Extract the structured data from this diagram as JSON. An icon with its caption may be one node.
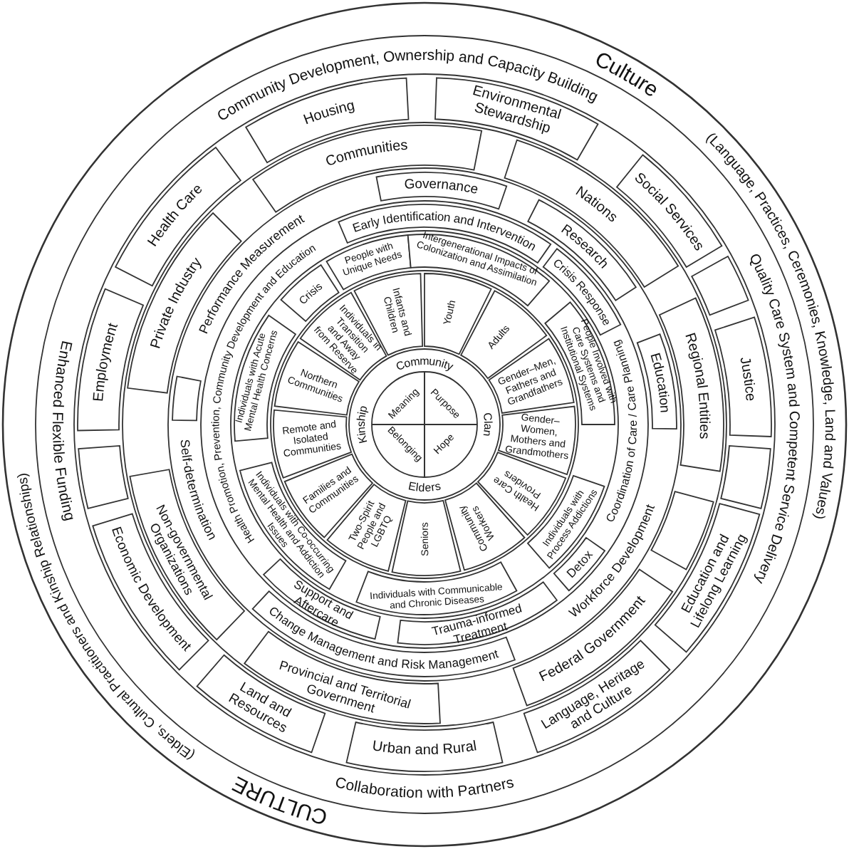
{
  "diagram": {
    "nodes": [
      {
        "text": [
          "Housing"
        ]
      },
      {
        "text": [
          "Environmental Stewardship"
        ]
      },
      {
        "text": [
          "Social Services"
        ]
      },
      {
        "text": [],
        "shape": "box"
      },
      {
        "text": [
          "Justice"
        ]
      },
      {
        "text": [],
        "shape": "box"
      },
      {
        "text": [
          "Education and Lifelong Learning"
        ]
      },
      {
        "text": [
          "Language, Heritage and Culture"
        ]
      },
      {
        "text": [
          "Urban and Rural"
        ]
      },
      {
        "text": [
          "Land and Resources"
        ]
      },
      {
        "text": [
          "Economic Development"
        ]
      },
      {
        "text": [],
        "shape": "box"
      },
      {
        "text": [
          "Employment"
        ]
      },
      {
        "text": [
          "Health Care"
        ]
      },
      {
        "text": [
          "Communities"
        ]
      },
      {
        "text": [
          "Nations"
        ]
      },
      {
        "text": [
          "Regional Entities"
        ]
      },
      {
        "text": [],
        "shape": "box"
      },
      {
        "text": [
          "Federal Government"
        ]
      },
      {
        "text": [
          "Provincial and Territorial Government"
        ]
      },
      {
        "text": [
          "Non-governmental Organizations"
        ]
      },
      {
        "text": [
          "Private Industry"
        ]
      },
      {
        "text": [
          "Governance"
        ]
      },
      {
        "text": [
          "Research"
        ]
      },
      {
        "text": [
          "Education"
        ]
      },
      {
        "text": [
          "Change Management and Risk Management"
        ]
      },
      {
        "text": [],
        "shape": "box"
      },
      {
        "text": [
          "Early Identification and Intervention"
        ]
      },
      {
        "text": [
          "Crisis Response"
        ]
      },
      {
        "text": [
          "Detox"
        ]
      },
      {
        "text": [
          "Trauma-informed Treatment"
        ]
      },
      {
        "text": [
          "Support and Aftercare"
        ]
      },
      {
        "text": [
          "People with Unique Needs"
        ]
      },
      {
        "text": [
          "Intergenerational Impacts of Colonization and Assimilation"
        ]
      },
      {
        "text": [
          "People Involved with Care Systems and Institutional Systems"
        ]
      },
      {
        "text": [
          "Individuals with Process Addictions"
        ]
      },
      {
        "text": [
          "Individuals with Communicable and Chronic Diseases"
        ]
      },
      {
        "text": [
          "Individuals with Co-occurring Mental Health and Addiction Issues"
        ]
      },
      {
        "text": [
          "Individuals with Acute Mental Health Concerns"
        ]
      },
      {
        "text": [
          "Crisis"
        ]
      },
      {
        "text": [
          "Infants and Children"
        ]
      },
      {
        "text": [
          "Youth"
        ]
      },
      {
        "text": [
          "Adults"
        ]
      },
      {
        "text": [
          "Gender–Men, Fathers and Grandfathers"
        ]
      },
      {
        "text": [
          "Gender–Women, Mothers and Grandmothers"
        ]
      },
      {
        "text": [
          "Health Care Providers"
        ]
      },
      {
        "text": [
          "Community Workers"
        ]
      },
      {
        "text": [
          "Seniors"
        ]
      },
      {
        "text": [
          "Two-Spirit People and LGBTQ"
        ]
      },
      {
        "text": [
          "Families and Communities"
        ]
      },
      {
        "text": [
          "Remote and Isolated Communities"
        ]
      },
      {
        "text": [
          "Northern Communities"
        ]
      },
      {
        "text": [
          "Individuals in Transition and Away from Reserve"
        ]
      }
    ],
    "labels": [
      "Culture",
      "(Language, Practices, Ceremonies, Knowledge, Land and Values)",
      "Community Development, Ownership and Capacity Building",
      "Quality Care System and Competent Service Delivery",
      "Collaboration with Partners",
      "CULTURE",
      "(Elders, Cultural Practitioners and Kinship Relationships)",
      "Enhanced Flexible Funding",
      "Performance Measurement",
      "Workforce Development",
      "Self-determination",
      "Health Promotion, Prevention, Community Development and Education",
      "Coordination of Care / Care Planning",
      "Community",
      "Clan",
      "Elders",
      "Kinship",
      "Meaning",
      "Purpose",
      "Hope",
      "Belonging"
    ]
  }
}
